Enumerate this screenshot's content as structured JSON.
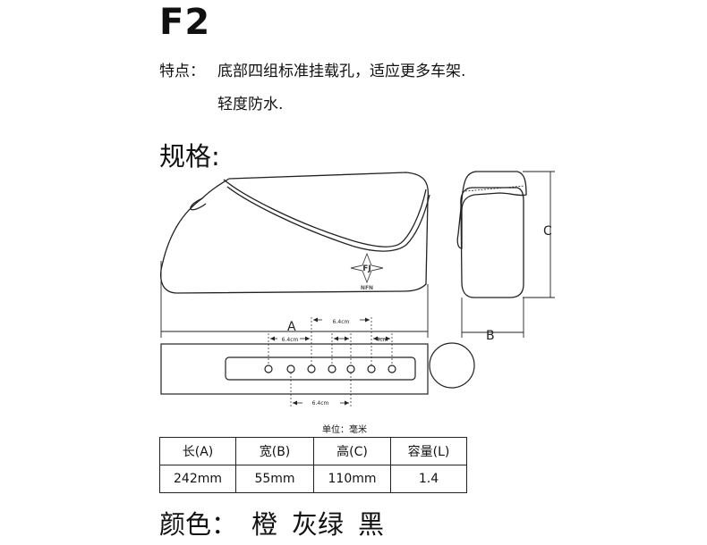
{
  "title": "F2",
  "features": {
    "label": "特点：",
    "line1": "底部四组标准挂载孔，适应更多车架.",
    "line2": "轻度防水."
  },
  "specs_title": "规格:",
  "dimension_labels": {
    "a": "A",
    "b": "B",
    "c": "C"
  },
  "spacing_labels": {
    "top": "6.4cm",
    "left": "6.4cm",
    "right": "4cm",
    "bottom": "6.4cm"
  },
  "logo_text": "FJ",
  "brand_mark": "NFN",
  "unit_note": "单位：毫米",
  "table": {
    "headers": [
      "长(A)",
      "宽(B)",
      "高(C)",
      "容量(L)"
    ],
    "values": [
      "242mm",
      "55mm",
      "110mm",
      "1.4"
    ]
  },
  "colors_row": {
    "label": "颜色：",
    "items": [
      "橙",
      "灰绿",
      "黑"
    ]
  }
}
